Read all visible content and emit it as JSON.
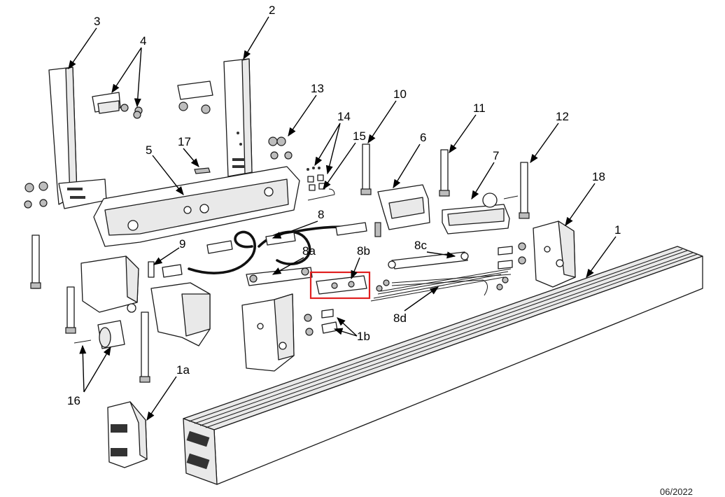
{
  "labels": {
    "p1": "1",
    "p1a": "1a",
    "p1b": "1b",
    "p2": "2",
    "p3": "3",
    "p4": "4",
    "p5": "5",
    "p6": "6",
    "p7": "7",
    "p8": "8",
    "p8a": "8a",
    "p8b": "8b",
    "p8c": "8c",
    "p8d": "8d",
    "p9": "9",
    "p10": "10",
    "p11": "11",
    "p12": "12",
    "p13": "13",
    "p14": "14",
    "p15": "15",
    "p16": "16",
    "p17": "17",
    "p18": "18"
  },
  "footer_code": "06/2022",
  "highlight_color": "#e02020"
}
